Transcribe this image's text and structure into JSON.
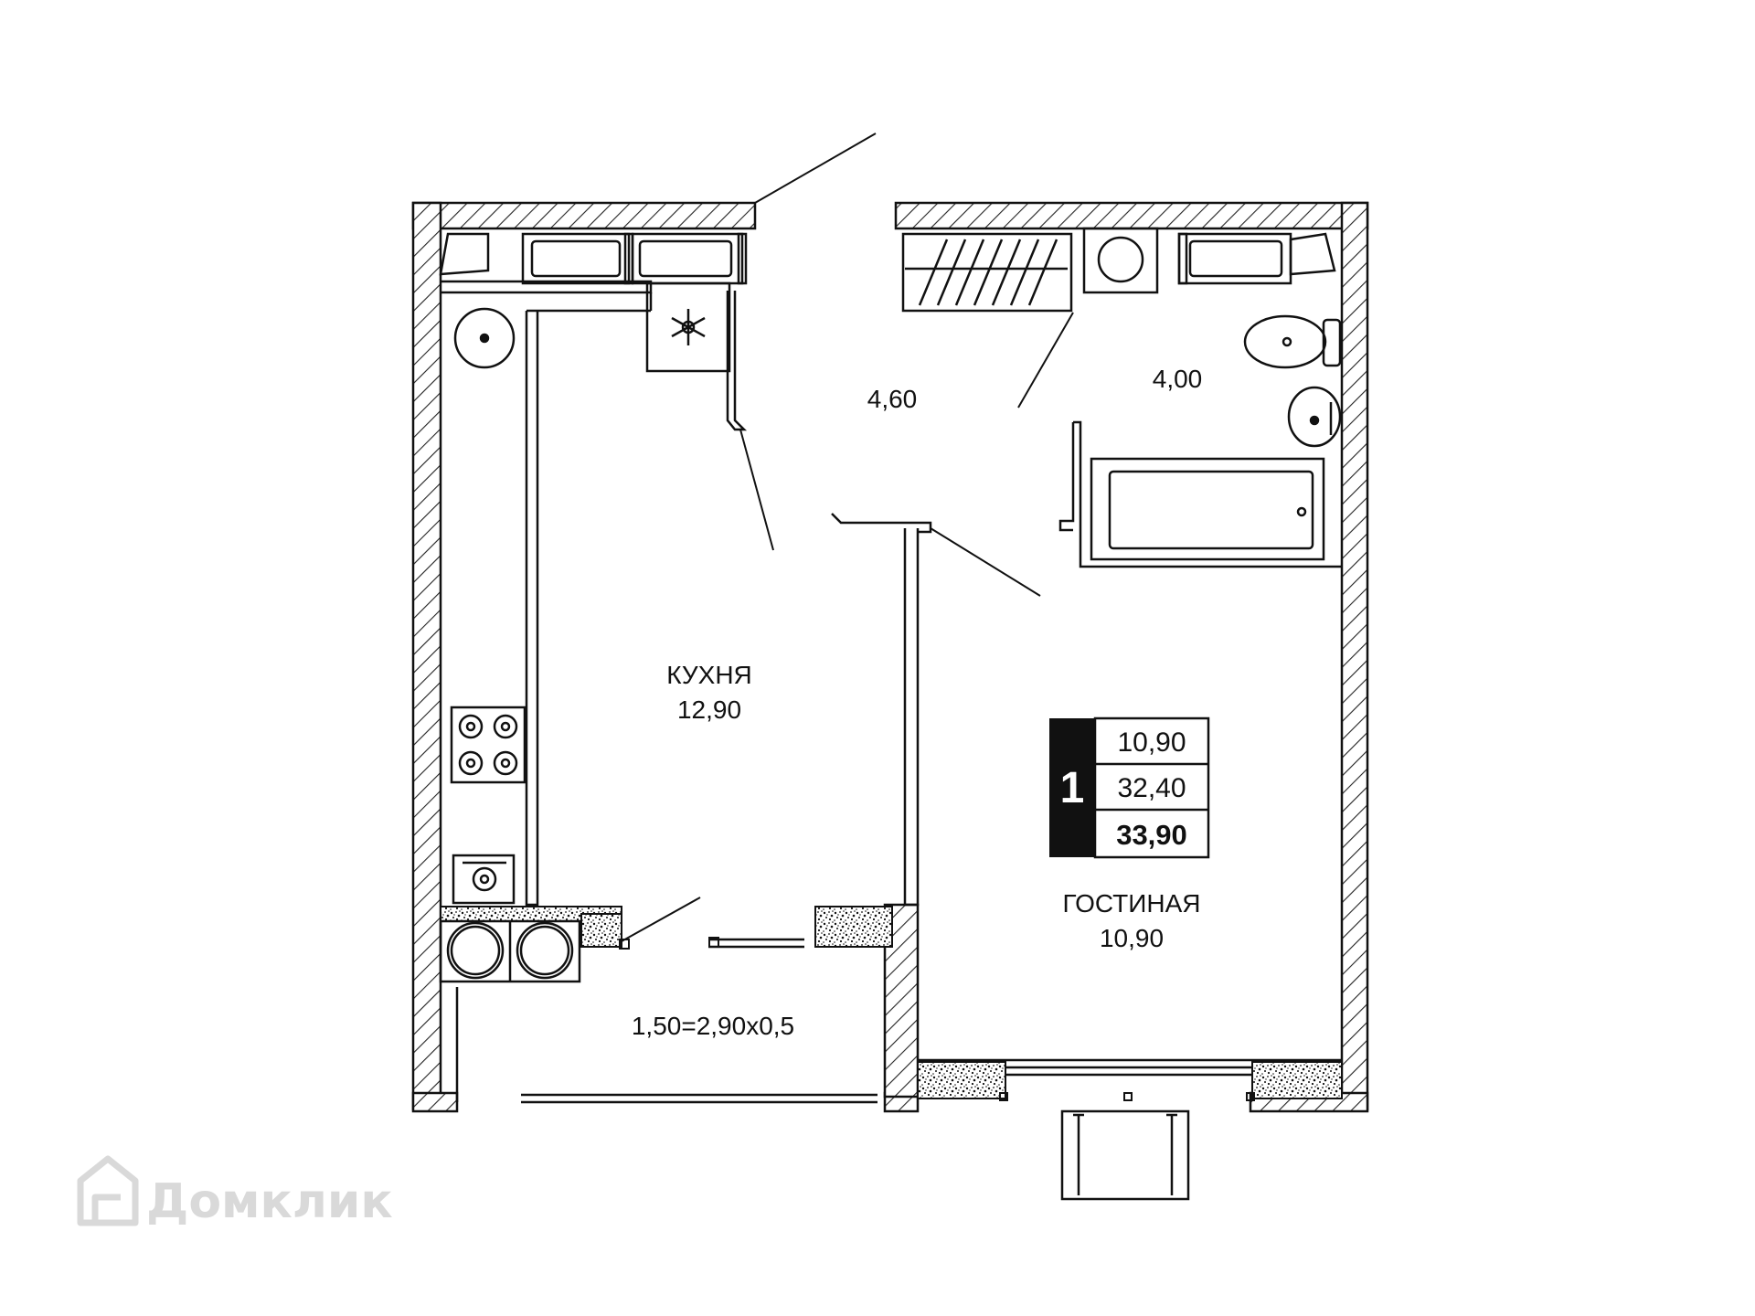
{
  "rooms": {
    "kitchen": {
      "name": "КУХНЯ",
      "area": "12,90"
    },
    "hall": {
      "area": "4,60"
    },
    "bathroom": {
      "area": "4,00"
    },
    "living": {
      "name": "ГОСТИНАЯ",
      "area": "10,90"
    },
    "balcony": {
      "area": "1,50=2,90х0,5"
    }
  },
  "summary": {
    "rooms_count": "1",
    "living_area": "10,90",
    "area_without_balcony": "32,40",
    "total_area": "33,90"
  },
  "watermark": {
    "text": "Домклик"
  },
  "colors": {
    "wall": "#111111",
    "background": "#ffffff",
    "watermark": "#d9d9d9"
  }
}
